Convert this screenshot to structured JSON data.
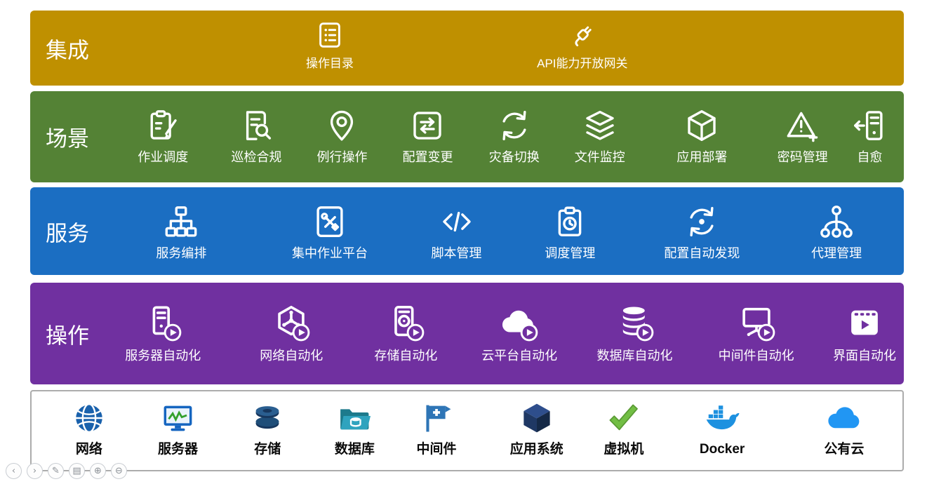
{
  "bands": {
    "integration": {
      "label": "集成",
      "color": "#BF9000",
      "items": [
        {
          "label": "操作目录",
          "icon": "catalog-icon"
        },
        {
          "label": "API能力开放网关",
          "icon": "api-gateway-icon"
        }
      ]
    },
    "scenario": {
      "label": "场景",
      "color": "#548235",
      "items": [
        {
          "label": "作业调度",
          "icon": "job-scheduling-icon"
        },
        {
          "label": "巡检合规",
          "icon": "inspection-compliance-icon"
        },
        {
          "label": "例行操作",
          "icon": "routine-operation-icon"
        },
        {
          "label": "配置变更",
          "icon": "config-change-icon"
        },
        {
          "label": "灾备切换",
          "icon": "disaster-switch-icon"
        },
        {
          "label": "文件监控",
          "icon": "file-monitor-icon"
        },
        {
          "label": "应用部署",
          "icon": "app-deploy-icon"
        },
        {
          "label": "密码管理",
          "icon": "password-mgmt-icon"
        },
        {
          "label": "自愈",
          "icon": "self-heal-icon"
        }
      ]
    },
    "service": {
      "label": "服务",
      "color": "#1B6EC2",
      "items": [
        {
          "label": "服务编排",
          "icon": "service-orchestration-icon"
        },
        {
          "label": "集中作业平台",
          "icon": "central-job-platform-icon"
        },
        {
          "label": "脚本管理",
          "icon": "script-mgmt-icon"
        },
        {
          "label": "调度管理",
          "icon": "schedule-mgmt-icon"
        },
        {
          "label": "配置自动发现",
          "icon": "config-discovery-icon"
        },
        {
          "label": "代理管理",
          "icon": "agent-mgmt-icon"
        }
      ]
    },
    "operation": {
      "label": "操作",
      "color": "#7030A0",
      "items": [
        {
          "label": "服务器自动化",
          "icon": "server-automation-icon"
        },
        {
          "label": "网络自动化",
          "icon": "network-automation-icon"
        },
        {
          "label": "存储自动化",
          "icon": "storage-automation-icon"
        },
        {
          "label": "云平台自动化",
          "icon": "cloud-automation-icon"
        },
        {
          "label": "数据库自动化",
          "icon": "database-automation-icon"
        },
        {
          "label": "中间件自动化",
          "icon": "middleware-automation-icon"
        },
        {
          "label": "界面自动化",
          "icon": "ui-automation-icon"
        }
      ]
    },
    "resources": {
      "color": "#FFFFFF",
      "items": [
        {
          "label": "网络",
          "icon": "network-globe-icon"
        },
        {
          "label": "服务器",
          "icon": "server-monitor-icon"
        },
        {
          "label": "存储",
          "icon": "storage-disks-icon"
        },
        {
          "label": "数据库",
          "icon": "database-folder-icon"
        },
        {
          "label": "中间件",
          "icon": "middleware-flag-icon"
        },
        {
          "label": "应用系统",
          "icon": "app-system-cube-icon"
        },
        {
          "label": "虚拟机",
          "icon": "vm-check-icon"
        },
        {
          "label": "Docker",
          "icon": "docker-whale-icon"
        },
        {
          "label": "公有云",
          "icon": "public-cloud-icon"
        }
      ]
    }
  },
  "controls": {
    "buttons": [
      {
        "name": "prev-slide",
        "glyph": "‹"
      },
      {
        "name": "next-slide",
        "glyph": "›"
      },
      {
        "name": "pen-tool",
        "glyph": "✎"
      },
      {
        "name": "slide-menu",
        "glyph": "▤"
      },
      {
        "name": "zoom-in",
        "glyph": "⊕"
      },
      {
        "name": "zoom-out",
        "glyph": "⊖"
      }
    ]
  }
}
